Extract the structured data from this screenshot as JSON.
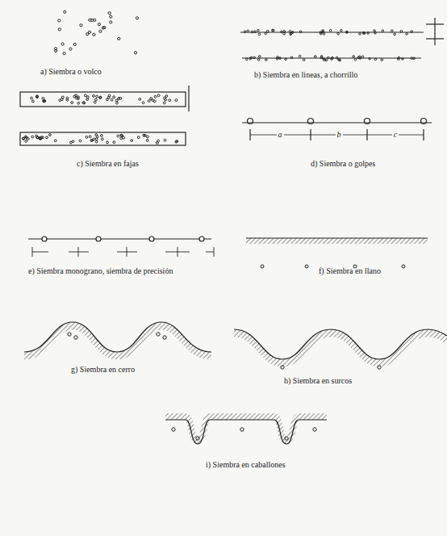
{
  "diagram": {
    "labels": [
      "a) Siembra o volco",
      "b) Siembra en lineas, a chorrillo",
      "c) Siembra en fajas",
      "d) Siembra o golpes",
      "a",
      "b",
      "c",
      "e) Siembra monograno, siembra de precisión",
      "f) Siembra en llano",
      "g) Siembra en cerro",
      "h) Siembra en surcos",
      "i) Siembra en caballones"
    ]
  }
}
